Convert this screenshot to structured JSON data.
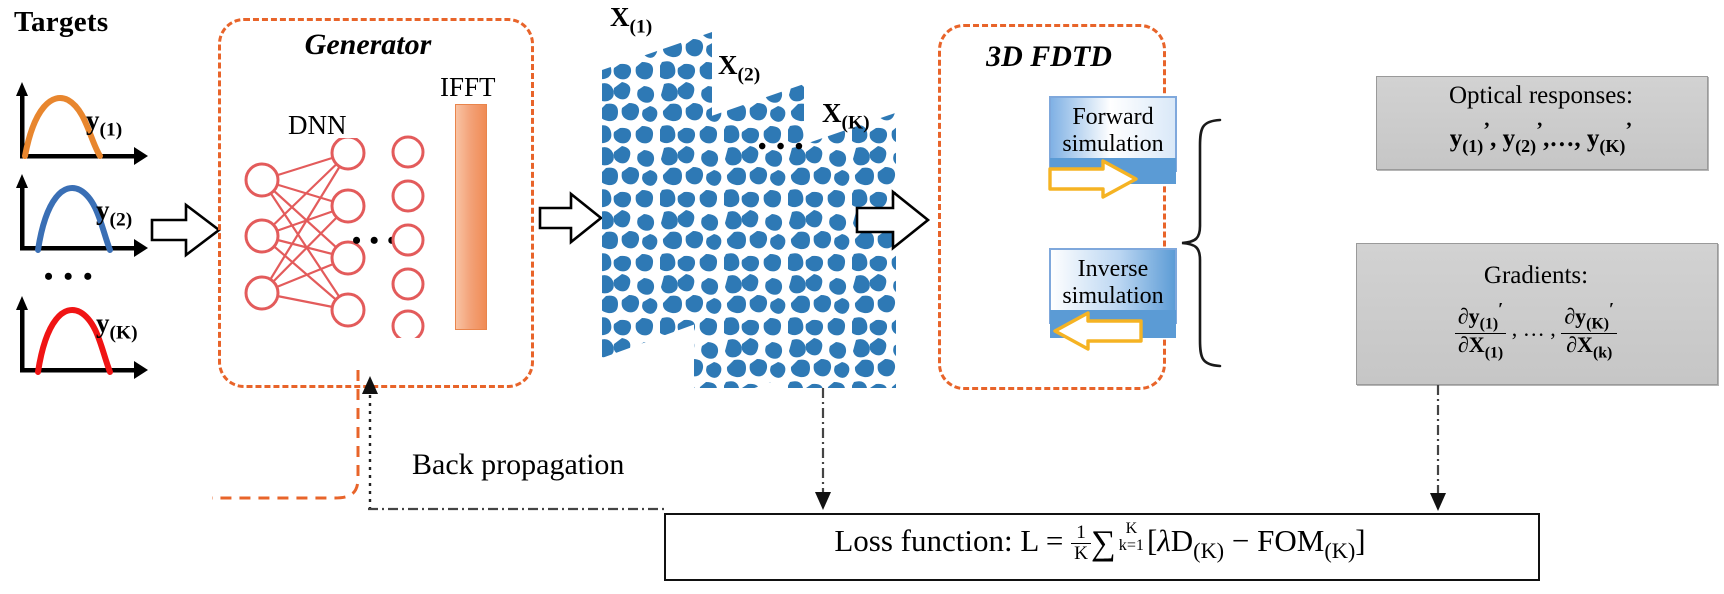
{
  "title": "Targets",
  "targets": {
    "curves": [
      {
        "label_base": "y",
        "label_sub": "(1)",
        "color": "#E8862E"
      },
      {
        "label_base": "y",
        "label_sub": "(2)",
        "color": "#3A6FB5"
      },
      {
        "label_base": "y",
        "label_sub": "(K)",
        "color": "#F01414"
      }
    ],
    "ellipsis": "• • •"
  },
  "generator": {
    "title": "Generator",
    "dnn_label": "DNN",
    "ifft_label": "IFFT",
    "ellipsis": "• • •",
    "input_nodes": 3,
    "hidden_nodes": 4,
    "output_nodes": 5,
    "node_color": "#E35B5B",
    "ifft_color": "#F3A278",
    "border_color": "#E8642A"
  },
  "structures": {
    "labels": [
      {
        "base": "X",
        "sub": "(1)"
      },
      {
        "base": "X",
        "sub": "(2)"
      },
      {
        "base": "X",
        "sub": "(K)"
      }
    ],
    "ellipsis": "• • •",
    "pattern_color": "#2E79B5"
  },
  "fdtd": {
    "title": "3D FDTD",
    "forward_line1": "Forward",
    "forward_line2": "simulation",
    "inverse_line1": "Inverse",
    "inverse_line2": "simulation",
    "arrow_color": "#F5B323",
    "panel_color": "#5B9BD5",
    "border_color": "#E8642A"
  },
  "optical": {
    "heading": "Optical responses:",
    "items": [
      "y(1)'",
      "y(2)'",
      "....",
      "y(K)'"
    ],
    "line2_parts": [
      {
        "base": "y",
        "sub": "(1)",
        "prime": "’",
        "sep": ", "
      },
      {
        "base": "y",
        "sub": "(2)",
        "prime": "’",
        "sep": ",…, "
      },
      {
        "base": "y",
        "sub": "(K)",
        "prime": "’",
        "sep": ""
      }
    ]
  },
  "gradients": {
    "heading": "Gradients:",
    "terms": [
      {
        "num_base": "∂y",
        "num_sub": "(1)",
        "num_prime": "′",
        "den_base": "∂X",
        "den_sub": "(1)"
      },
      {
        "num_base": "∂y",
        "num_sub": "(K)",
        "num_prime": "′",
        "den_base": "∂X",
        "den_sub": "(k)"
      }
    ],
    "separator": ", … ,"
  },
  "backprop": {
    "label": "Back propagation"
  },
  "loss": {
    "prefix": "Loss function:",
    "lhs": "L",
    "eq": "=",
    "frac_num": "1",
    "frac_den": "K",
    "sigma": "∑",
    "sigma_top": "K",
    "sigma_bottom": "k=1",
    "bracket_open": "[",
    "lambda": "λ",
    "term1_base": "D",
    "term1_sub": "(K)",
    "minus": "−",
    "term2_base": "FOM",
    "term2_sub": "(K)",
    "bracket_close": "]"
  },
  "colors": {
    "orange_dash": "#E8642A",
    "blue_pattern": "#2E79B5",
    "yellow_arrow": "#F5B323",
    "grey_box": "#cccccc"
  }
}
